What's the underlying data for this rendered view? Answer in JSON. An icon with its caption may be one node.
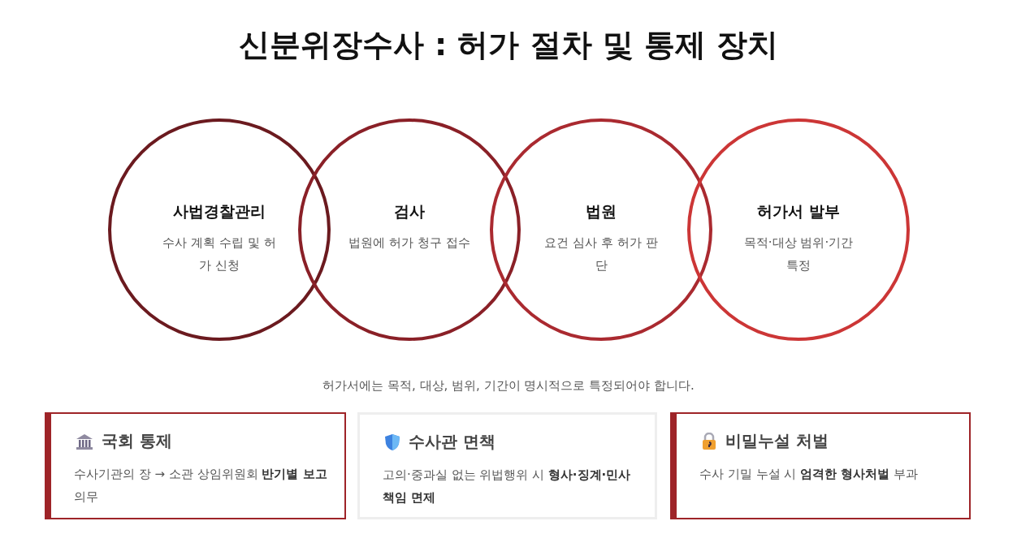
{
  "diagram": {
    "title": "신분위장수사 : 허가 절차 및 통제 장치",
    "nodes": [
      {
        "text": [
          "사법경찰관리",
          "수사 계획 수립 및 허가 신청"
        ]
      },
      {
        "text": [
          "검사",
          "법원에 허가 청구 접수"
        ]
      },
      {
        "text": [
          "법원",
          "요건 심사 후 허가 판단"
        ]
      },
      {
        "text": [
          "허가서 발부",
          "목적·대상 범위·기간 특정"
        ]
      },
      {
        "text": [
          "국회 통제",
          "수사기관의 장 → 소관 상임위원회 **반기별 보고** 의무"
        ]
      },
      {
        "text": [
          "수사관 면책",
          "고의·중과실 없는 위법행위 시 **형사·징계·민사 책임 면제**"
        ]
      },
      {
        "text": [
          "비밀누설 처벌",
          "수사 기밀 누설 시 **엄격한 형사처벌** 부과"
        ]
      }
    ],
    "labels": [
      "허가서에는 목적, 대상, 범위, 기간이 명시적으로 특정되어야 합니다."
    ]
  }
}
